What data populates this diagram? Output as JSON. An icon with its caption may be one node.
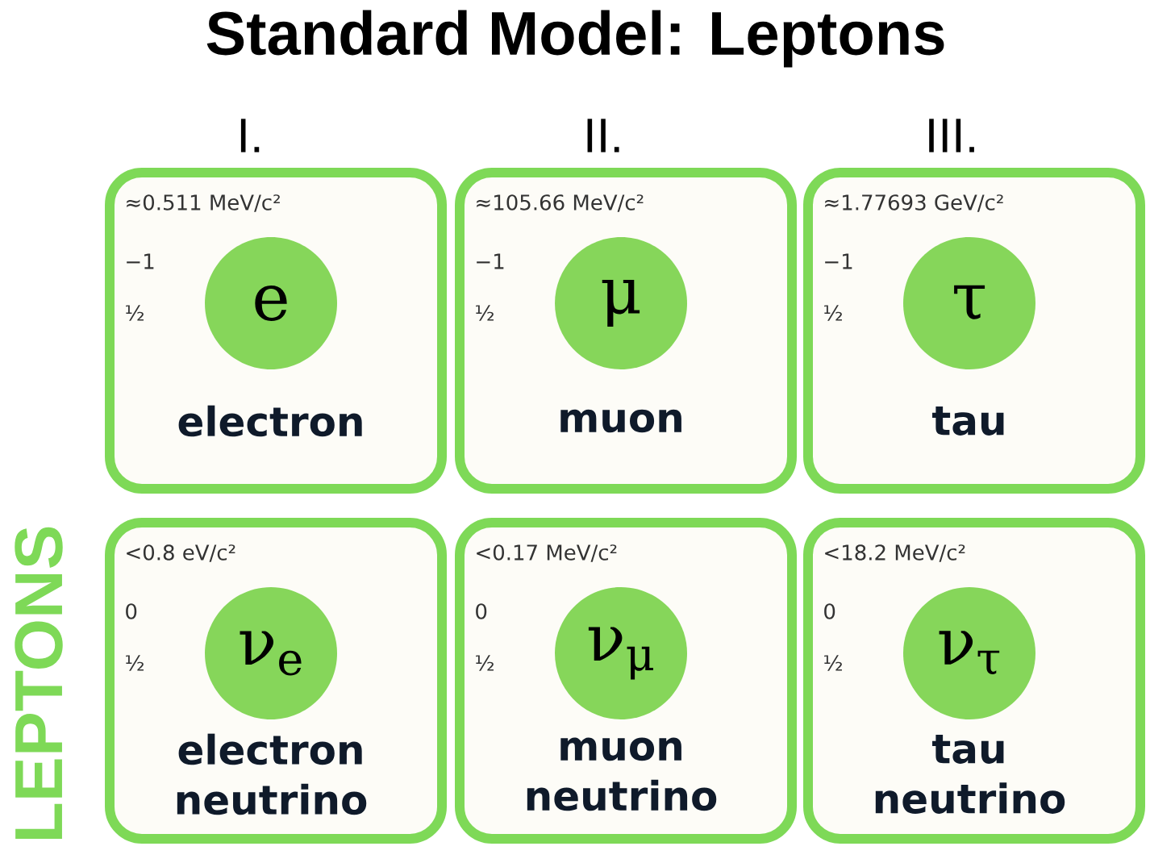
{
  "diagram": {
    "title": "Standard Model: Leptons",
    "nodes": [
      {
        "text": [
          "≈0.511 MeV/c²",
          "−1",
          "½",
          "electron"
        ]
      },
      {
        "text": [
          "e"
        ],
        "in": 0
      },
      {
        "text": [
          "≈105.66 MeV/c²",
          "−1",
          "½",
          "muon"
        ]
      },
      {
        "text": [
          "μ"
        ],
        "in": 2
      },
      {
        "text": [
          "≈1.77693 GeV/c²",
          "−1",
          "½",
          "tau"
        ]
      },
      {
        "text": [
          "τ"
        ],
        "in": 4
      },
      {
        "text": [
          "<0.8 eV/c²",
          "0",
          "½",
          "electron neutrino"
        ]
      },
      {
        "text": [
          "ν$_{e}$"
        ],
        "in": 6
      },
      {
        "text": [
          "<0.17 MeV/c²",
          "0",
          "½",
          "muon neutrino"
        ]
      },
      {
        "text": [
          "ν$_{μ}$"
        ],
        "in": 8
      },
      {
        "text": [
          "<18.2 MeV/c²",
          "0",
          "½",
          "tau neutrino"
        ]
      },
      {
        "text": [
          "ν$_{τ}$"
        ],
        "in": 10
      }
    ],
    "labels": [
      "I.",
      "II.",
      "III.",
      "LEPTONS"
    ]
  }
}
